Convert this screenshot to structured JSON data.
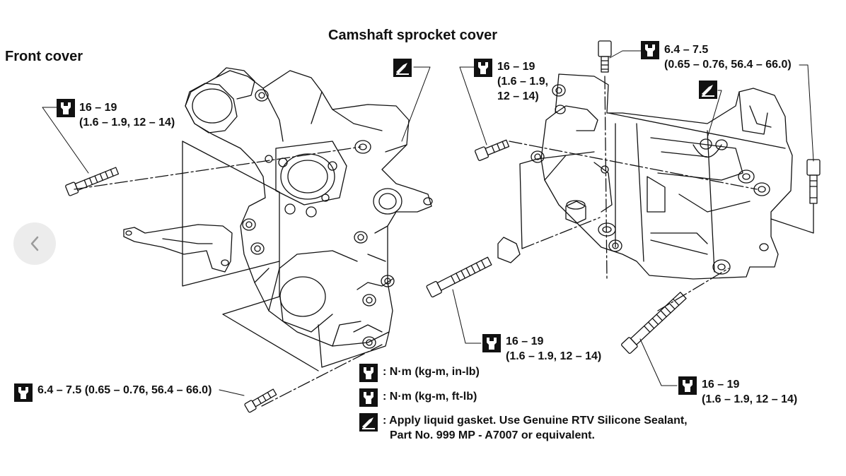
{
  "titles": {
    "front_cover": "Front cover",
    "camshaft_sprocket_cover": "Camshaft sprocket cover"
  },
  "torques": {
    "left_bolt": {
      "line1": "16 – 19",
      "line2": "(1.6 – 1.9, 12 – 14)"
    },
    "bottom_left": {
      "text": "6.4 – 7.5 (0.65 – 0.76, 56.4 – 66.0)"
    },
    "cam_top_left": {
      "line1": "16 – 19",
      "line2": "(1.6 – 1.9,",
      "line3": "12 – 14)"
    },
    "cam_top_right": {
      "line1": "6.4 – 7.5",
      "line2": "(0.65 – 0.76, 56.4 – 66.0)"
    },
    "cam_bottom_mid": {
      "line1": "16 – 19",
      "line2": "(1.6 – 1.9, 12 – 14)"
    },
    "cam_bottom_right": {
      "line1": "16 – 19",
      "line2": "(1.6 – 1.9, 12 – 14)"
    }
  },
  "legend": {
    "small_wrench": ": N·m (kg-m, in-lb)",
    "large_wrench": ": N·m (kg-m, ft-lb)",
    "gasket_line1": ": Apply liquid gasket.  Use Genuine RTV Silicone Sealant,",
    "gasket_line2": "Part No. 999 MP - A7007 or equivalent."
  },
  "icons": [
    "wrench-torque-icon",
    "liquid-gasket-icon",
    "chevron-left-icon"
  ],
  "colors": {
    "ink": "#111111",
    "nav_button_bg": "#ececec",
    "nav_arrow": "#9a9a9a"
  }
}
